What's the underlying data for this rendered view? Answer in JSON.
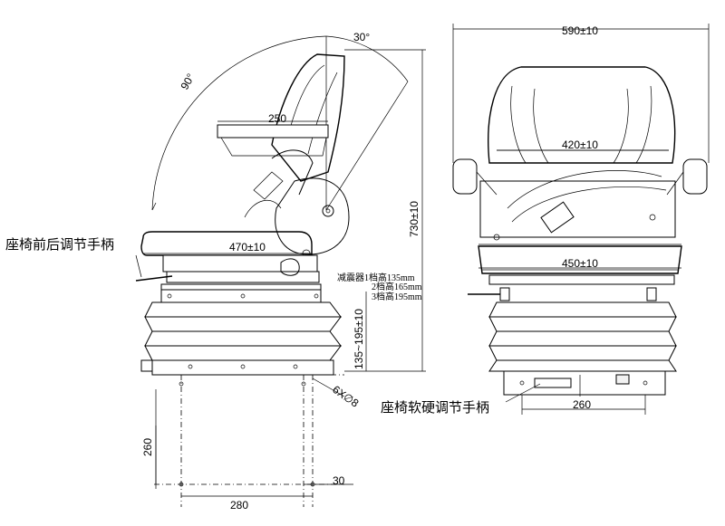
{
  "labels": {
    "fore_aft_handle": "座椅前后调节手柄",
    "firmness_handle": "座椅软硬调节手柄",
    "damper_line1": "减震器1档高135mm",
    "damper_line2": "2档高165mm",
    "damper_line3": "3档高195mm"
  },
  "dimensions": {
    "angle_back": "30°",
    "angle_recline": "90°",
    "cushion_depth": "250",
    "seat_depth": "470±10",
    "overall_height": "730±10",
    "damper_range": "135~195±10",
    "overall_width": "590±10",
    "backrest_width": "420±10",
    "seat_width": "450±10",
    "bolt_spacing_front": "260",
    "mount_depth": "260",
    "mount_width": "280",
    "slot_offset": "30",
    "hole_spec": "6X∅8"
  }
}
